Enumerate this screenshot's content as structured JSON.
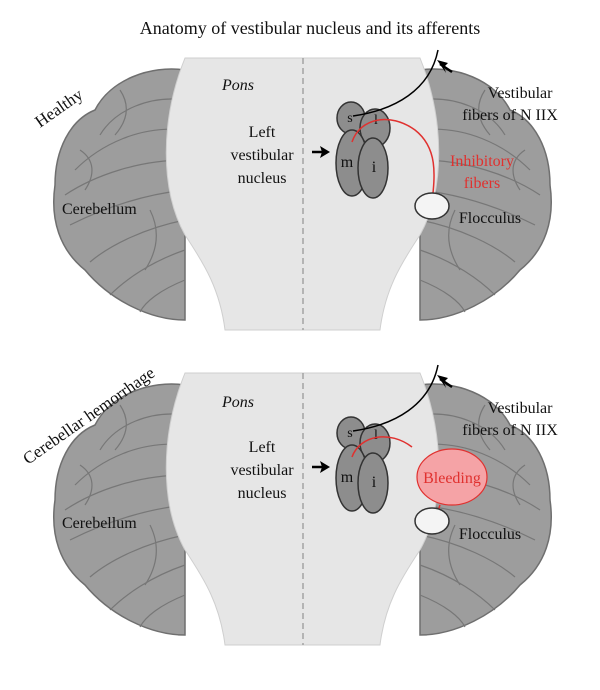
{
  "title": "Anatomy of vestibular nucleus and its afferents",
  "panels": [
    {
      "side_label": "Healthy",
      "pons": "Pons",
      "nucleus_label": [
        "Left",
        "vestibular",
        "nucleus"
      ],
      "cerebellum": "Cerebellum",
      "fibers_label": [
        "Vestibular",
        "fibers of N IIX"
      ],
      "inhibitory_label": [
        "Inhibitory",
        "fibers"
      ],
      "flocculus": "Flocculus",
      "subnuclei": {
        "s": "s",
        "l": "l",
        "m": "m",
        "i": "i"
      }
    },
    {
      "side_label": "Cerebellar hemorrhage",
      "pons": "Pons",
      "nucleus_label": [
        "Left",
        "vestibular",
        "nucleus"
      ],
      "cerebellum": "Cerebellum",
      "fibers_label": [
        "Vestibular",
        "fibers of N IIX"
      ],
      "bleeding_label": "Bleeding",
      "flocculus": "Flocculus",
      "subnuclei": {
        "s": "s",
        "l": "l",
        "m": "m",
        "i": "i"
      }
    }
  ],
  "colors": {
    "cerebellum_fill": "#9d9d9d",
    "cerebellum_stroke": "#6f6f6f",
    "pons_fill": "#e6e6e6",
    "nucleus_fill": "#8d8d8d",
    "inhibitory_red": "#e0312f",
    "bleeding_fill": "#f5a3a6"
  }
}
